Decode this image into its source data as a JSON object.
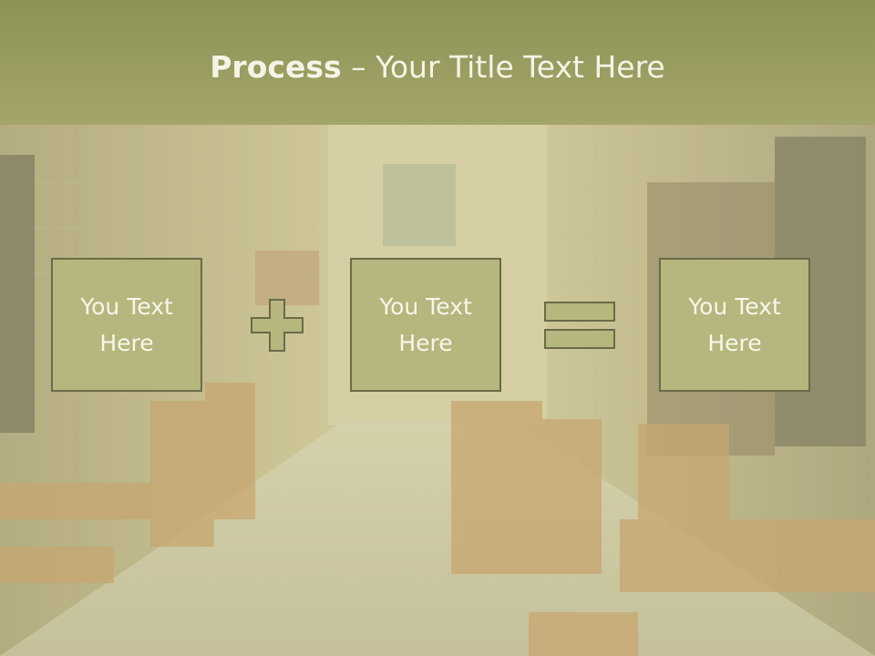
{
  "slide": {
    "title_bold": "Process",
    "title_rest": " – Your Title Text Here",
    "boxes": [
      {
        "label": "You Text\nHere"
      },
      {
        "label": "You Text\nHere"
      },
      {
        "label": "You Text\nHere"
      }
    ],
    "operators": [
      "plus-icon",
      "equals-icon"
    ]
  },
  "colors": {
    "title_bar": "#a4a56a",
    "box_fill": "#b6b67e",
    "box_border": "#6b6b48",
    "text": "#f4f4e6"
  }
}
